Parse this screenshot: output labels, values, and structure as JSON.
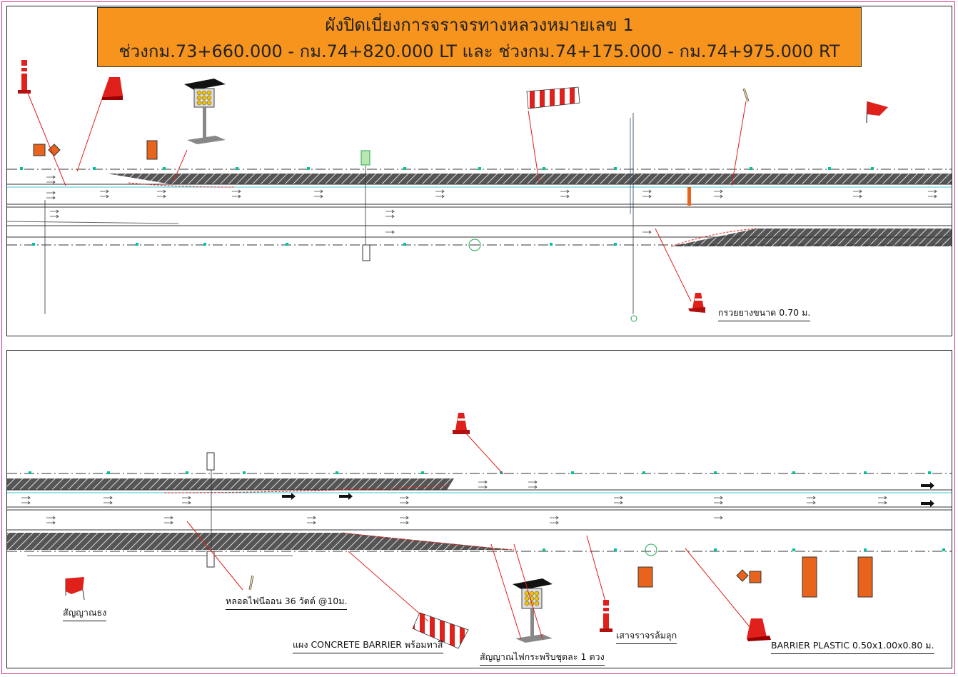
{
  "title": {
    "line1": "ผังปิดเบี่ยงการจราจรทางหลวงหมายเลข 1",
    "line2": "ช่วงกม.73+660.000 - กม.74+820.000 LT และ ช่วงกม.74+175.000 - กม.74+975.000 RT"
  },
  "legend": {
    "rubber_cone": "กรวยยางขนาด 0.70 ม.",
    "flag_signal": "สัญญาณธง",
    "neon_lamp": "หลอดไฟนีออน 36 วัตต์ @10ม.",
    "concrete_barrier": "แผง CONCRETE BARRIER พร้อมทาสี",
    "flashing_light": "สัญญาณไฟกระพริบชุดละ 1 ดวง",
    "flex_post": "เสาจราจรล้มลุก",
    "plastic_barrier": "BARRIER PLASTIC 0.50x1.00x0.80 ม."
  },
  "colors": {
    "title_bg": "#f7941d",
    "hatch": "#444444",
    "cyan": "#00b7c7",
    "red": "#e0201b",
    "sign_orange": "#e8641c",
    "green": "#22aa55",
    "frame_magenta": "#d0308a"
  }
}
